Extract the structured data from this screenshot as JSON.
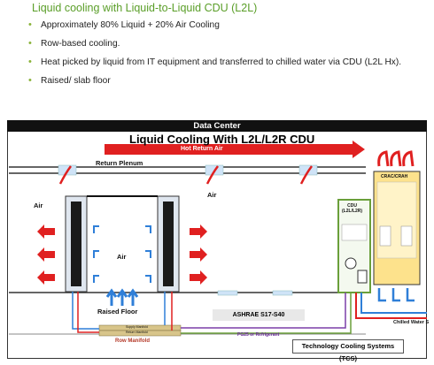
{
  "slide": {
    "title": "Liquid cooling with Liquid-to-Liquid CDU (L2L)",
    "bullets": [
      "Approximately 80% Liquid + 20% Air Cooling",
      "Row-based cooling.",
      "Heat picked by liquid from IT equipment and transferred to chilled water via CDU (L2L Hx).",
      "Raised/ slab floor"
    ]
  },
  "diagram": {
    "header": "Data Center",
    "title": "Liquid Cooling With L2L/L2R CDU",
    "hot_return_air": "Hot Return Air",
    "return_plenum": "Return Plenum",
    "air_labels": [
      "Air",
      "Air",
      "Air"
    ],
    "raised_floor": "Raised Floor",
    "ashrae": "ASHRAE S17-S40",
    "cdu_label": "CDU\n(L2L/L2R)",
    "crac_label": "CRAC/CRAH",
    "chilled_water": "Chilled Water S",
    "supply_manifold": "Supply Manifold",
    "return_manifold": "Return Manifold",
    "row_manifold": "Row Manifold",
    "pg25": "PG25 or Refrigerant",
    "tcs": "Technology Cooling Systems (TCS)"
  },
  "colors": {
    "title_green": "#5a9e28",
    "bullet_green": "#8ab33a",
    "hot_red": "#e02020",
    "cool_blue": "#2f7fd8",
    "cdu_green": "#6a9f3a",
    "crac_yellow": "#fde28c",
    "manifold_tan": "#d8c58a"
  }
}
